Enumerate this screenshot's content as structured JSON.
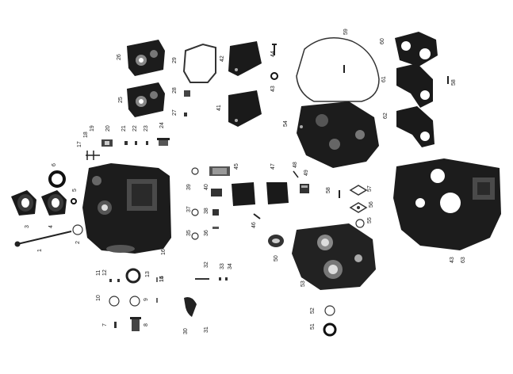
{
  "diagram": {
    "callouts": [
      "1",
      "2",
      "3",
      "4",
      "5",
      "6",
      "7",
      "8",
      "9",
      "10",
      "11",
      "12",
      "13",
      "14",
      "15",
      "16",
      "17",
      "18",
      "19",
      "20",
      "21",
      "22",
      "23",
      "24",
      "25",
      "26",
      "27",
      "28",
      "29",
      "30",
      "31",
      "32",
      "33",
      "34",
      "35",
      "36",
      "37",
      "38",
      "39",
      "40",
      "41",
      "42",
      "43",
      "44",
      "45",
      "46",
      "47",
      "48",
      "49",
      "50",
      "51",
      "52",
      "53",
      "54",
      "55",
      "56",
      "57",
      "58",
      "59",
      "60",
      "61",
      "62",
      "63"
    ],
    "colors": {
      "ink": "#141414",
      "paper": "#ffffff",
      "mid": "#6a6a6a",
      "light": "#bdbdbd"
    }
  }
}
